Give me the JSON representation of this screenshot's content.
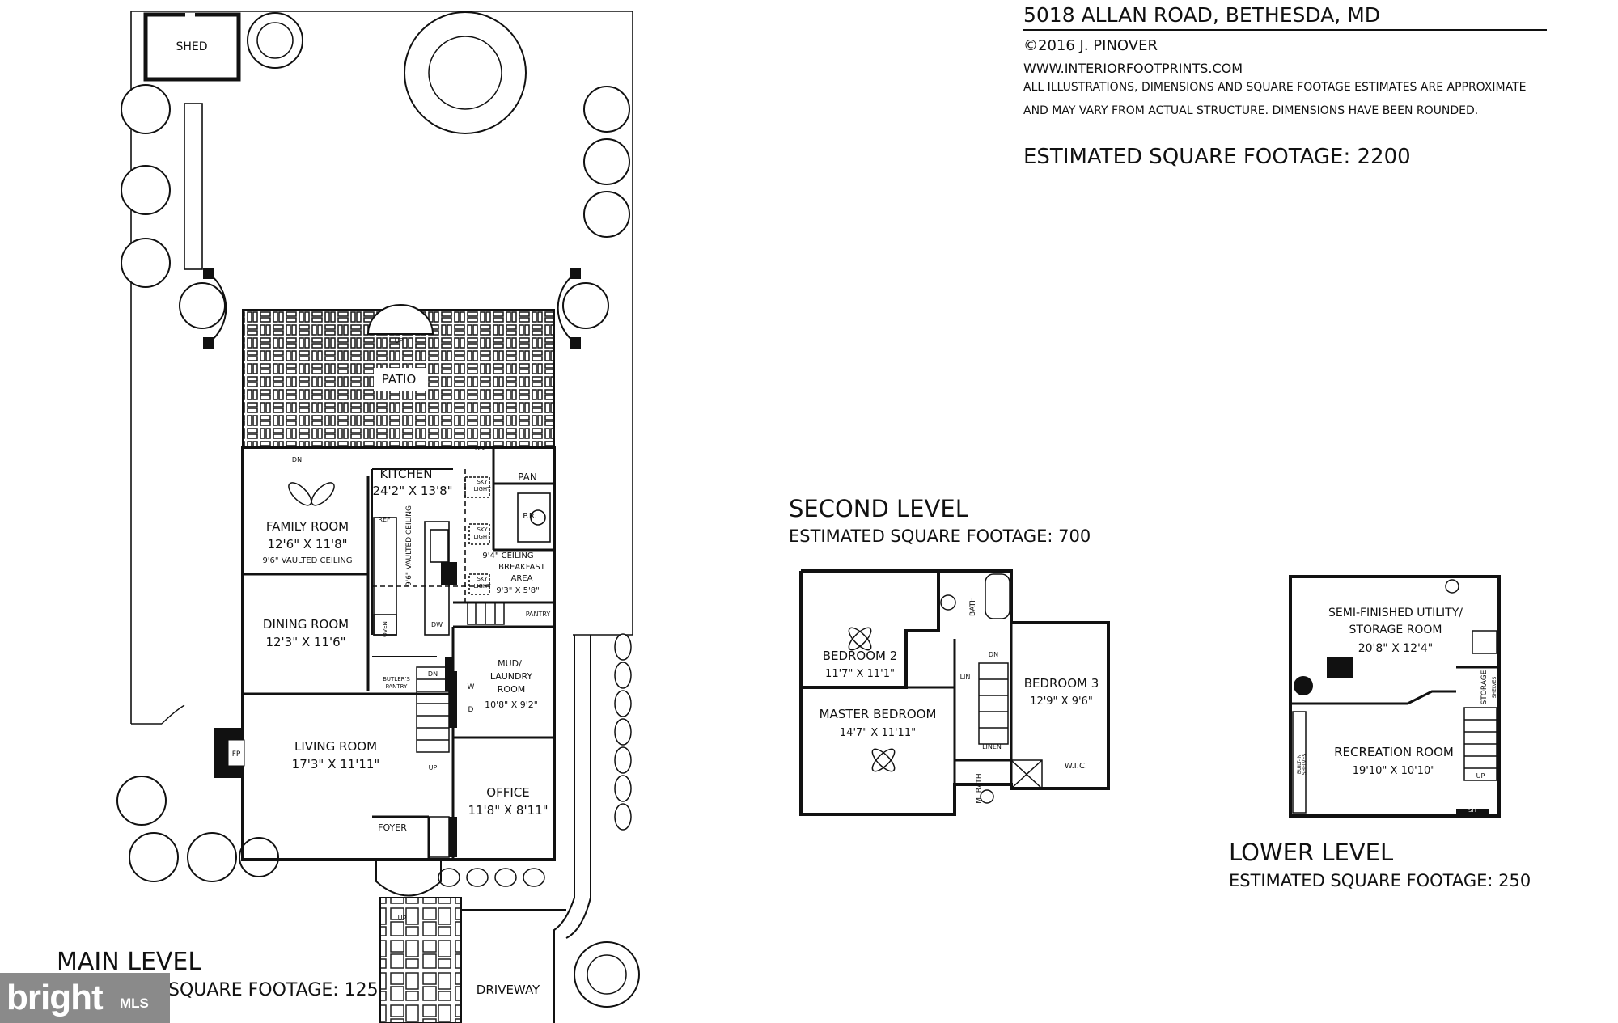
{
  "header": {
    "address": "5018 ALLAN ROAD, BETHESDA, MD",
    "copyright": "©2016 J. PINOVER",
    "website": "WWW.INTERIORFOOTPRINTS.COM",
    "disclaimer_1": "ALL ILLUSTRATIONS, DIMENSIONS AND SQUARE FOOTAGE ESTIMATES ARE APPROXIMATE",
    "disclaimer_2": "AND MAY VARY FROM ACTUAL STRUCTURE. DIMENSIONS HAVE BEEN ROUNDED.",
    "total": "ESTIMATED SQUARE FOOTAGE: 2200"
  },
  "levels": {
    "main": {
      "title": "MAIN LEVEL",
      "footage": "SQUARE FOOTAGE: 1250"
    },
    "second": {
      "title": "SECOND LEVEL",
      "footage": "ESTIMATED SQUARE FOOTAGE: 700"
    },
    "lower": {
      "title": "LOWER LEVEL",
      "footage": "ESTIMATED SQUARE FOOTAGE: 250"
    }
  },
  "labels": {
    "shed": "SHED",
    "patio": "PATIO",
    "up": "UP",
    "dn": "DN",
    "kitchen": "KITCHEN",
    "kitchen_dim": "24'2\" X 13'8\"",
    "pan": "PAN",
    "pr": "P.R.",
    "sky": "SKY",
    "light": "LIGHT",
    "family_room": "FAMILY ROOM",
    "family_dim": "12'6\" X 11'8\"",
    "family_ceiling": "9'6\" VAULTED CEILING",
    "vaulted_ceiling": "9'6\" VAULTED CEILING",
    "ref": "REF",
    "oven": "OVEN",
    "dw": "DW",
    "ceiling_94": "9'4\" CEILING",
    "breakfast": "BREAKFAST",
    "area": "AREA",
    "breakfast_dim": "9'3\" X 5'8\"",
    "pantry": "PANTRY",
    "dining_room": "DINING ROOM",
    "dining_dim": "12'3\" X 11'6\"",
    "butlers": "BUTLER'S",
    "pantry2": "PANTRY",
    "mud": "MUD/",
    "laundry": "LAUNDRY",
    "room": "ROOM",
    "mud_dim": "10'8\" X 9'2\"",
    "w": "W",
    "d": "D",
    "sh": "SH",
    "living_room": "LIVING ROOM",
    "living_dim": "17'3\" X 11'11\"",
    "fp": "FP",
    "office": "OFFICE",
    "office_dim": "11'8\" X 8'11\"",
    "foyer": "FOYER",
    "driveway": "DRIVEWAY",
    "bedroom2": "BEDROOM 2",
    "bedroom2_dim": "11'7\" X 11'1\"",
    "bath": "BATH",
    "master": "MASTER BEDROOM",
    "master_dim": "14'7\" X 11'11\"",
    "ln": "LIN",
    "linen": "LINEN",
    "bedroom3": "BEDROOM 3",
    "bedroom3_dim": "12'9\" X 9'6\"",
    "wic": "W.I.C.",
    "mbath": "M. BATH",
    "semi1": "SEMI-FINISHED UTILITY/",
    "semi2": "STORAGE ROOM",
    "semi_dim": "20'8\" X 12'4\"",
    "storage": "STORAGE",
    "shelves": "SHELVES",
    "rec": "RECREATION ROOM",
    "rec_dim": "19'10\" X 10'10\"",
    "builtin": "BUILT-IN",
    "shelves2": "SHELVES"
  },
  "watermark": {
    "brand": "bright",
    "mls": "MLS"
  }
}
